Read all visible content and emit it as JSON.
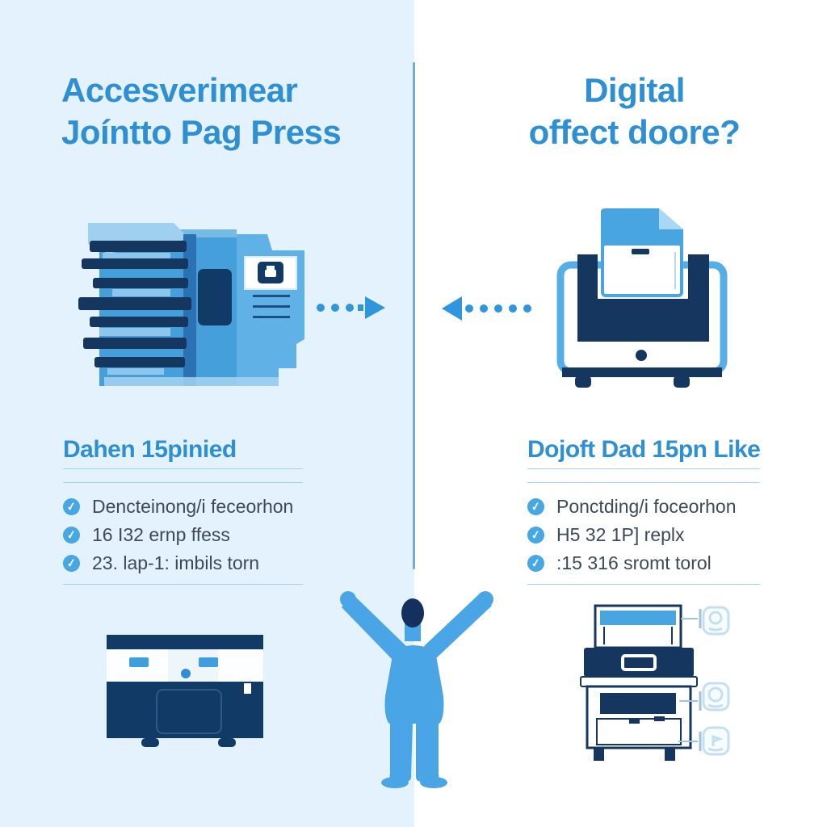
{
  "colors": {
    "left_bg": "#e3f2fc",
    "right_bg": "#ffffff",
    "accent_blue": "#2e8fd2",
    "divider_blue": "#74aecd",
    "text_dark": "#3d4a55",
    "check_blue": "#45a7e3",
    "machine_navy": "#14365f",
    "machine_mid_blue": "#459fda",
    "arrow_blue": "#2f96dd"
  },
  "left_panel": {
    "title_line1": "Accesverimear",
    "title_line2": "Joíntto Pag Press",
    "subtitle": "Dahen 15pinied",
    "bullets": [
      "Dencteinong/i feceorhon",
      "16 I32 ernp ffess",
      "23. lap-1: imbils torn"
    ]
  },
  "right_panel": {
    "title_line1": "Digital",
    "title_line2": "offect doore?",
    "subtitle": "Dojoft Dad 15pn Like",
    "bullets": [
      "Ponctding/i foceorhon",
      "H5 32 1P] replx",
      ":15 316 sromt torol"
    ]
  },
  "icons": {
    "check": "✓"
  }
}
